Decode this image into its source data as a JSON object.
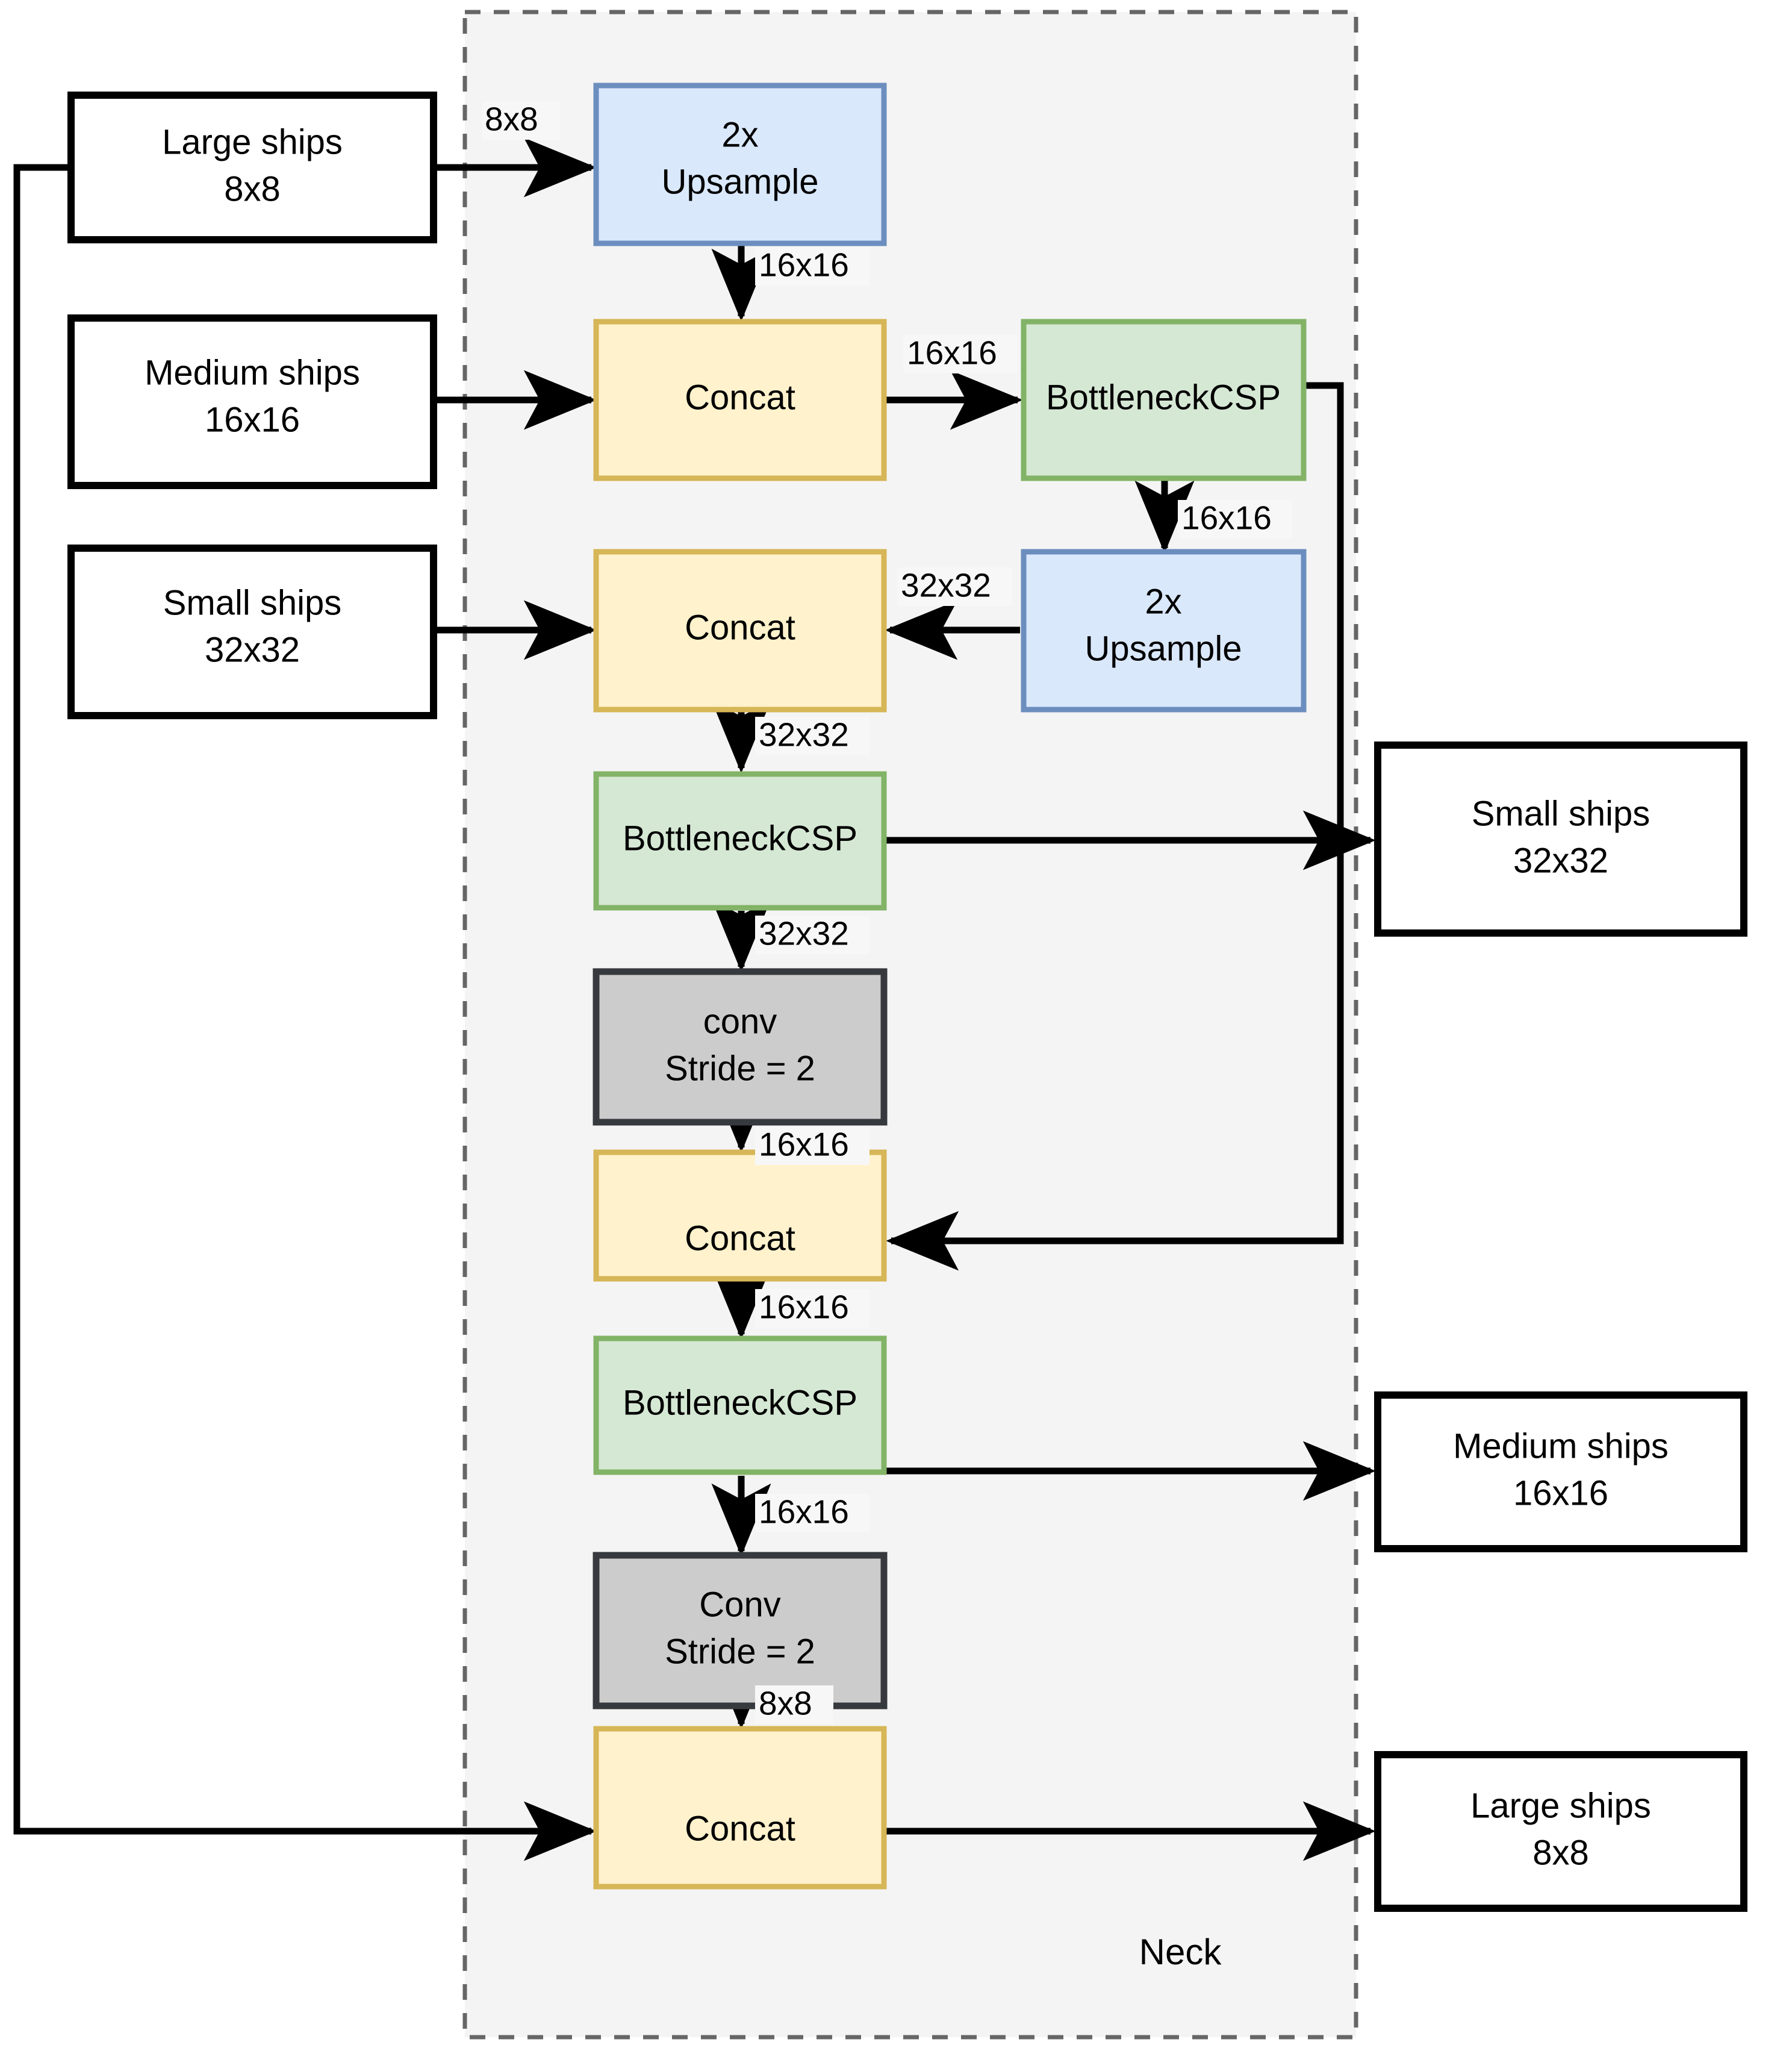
{
  "diagram": {
    "title": "Neck",
    "neck_label": "Neck",
    "colors": {
      "neck_fill": "#f4f4f4",
      "neck_border": "#666666",
      "upsample_fill": "#dae8fc",
      "upsample_border": "#6c8ebf",
      "concat_fill": "#fff2cc",
      "concat_border": "#d6b656",
      "csp_fill": "#d5e8d4",
      "csp_border": "#82b366",
      "conv_fill": "#cccccc",
      "conv_border": "#36393d",
      "io_fill": "#ffffff",
      "io_border": "#000000",
      "arrow": "#000000",
      "label_bg": "#f7f7f7"
    },
    "inputs": [
      {
        "id": "in-large",
        "line1": "Large ships",
        "line2": "8x8"
      },
      {
        "id": "in-medium",
        "line1": "Medium ships",
        "line2": "16x16"
      },
      {
        "id": "in-small",
        "line1": "Small ships",
        "line2": "32x32"
      }
    ],
    "outputs": [
      {
        "id": "out-small",
        "line1": "Small ships",
        "line2": "32x32"
      },
      {
        "id": "out-medium",
        "line1": "Medium ships",
        "line2": "16x16"
      },
      {
        "id": "out-large",
        "line1": "Large ships",
        "line2": "8x8"
      }
    ],
    "nodes": [
      {
        "id": "upsample-1",
        "type": "upsample",
        "line1": "2x",
        "line2": "Upsample"
      },
      {
        "id": "concat-1",
        "type": "concat",
        "line1": "Concat",
        "line2": ""
      },
      {
        "id": "csp-1",
        "type": "csp",
        "line1": "BottleneckCSP",
        "line2": ""
      },
      {
        "id": "upsample-2",
        "type": "upsample",
        "line1": "2x",
        "line2": "Upsample"
      },
      {
        "id": "concat-2",
        "type": "concat",
        "line1": "Concat",
        "line2": ""
      },
      {
        "id": "csp-2",
        "type": "csp",
        "line1": "BottleneckCSP",
        "line2": ""
      },
      {
        "id": "conv-1",
        "type": "conv",
        "line1": "conv",
        "line2": "Stride = 2"
      },
      {
        "id": "concat-3",
        "type": "concat",
        "line1": "Concat",
        "line2": ""
      },
      {
        "id": "csp-3",
        "type": "csp",
        "line1": "BottleneckCSP",
        "line2": ""
      },
      {
        "id": "conv-2",
        "type": "conv",
        "line1": "Conv",
        "line2": "Stride = 2"
      },
      {
        "id": "concat-4",
        "type": "concat",
        "line1": "Concat",
        "line2": ""
      }
    ],
    "edge_labels": {
      "e1": "8x8",
      "e2": "16x16",
      "e3": "16x16",
      "e4": "16x16",
      "e5": "32x32",
      "e6": "32x32",
      "e7": "32x32",
      "e8": "16x16",
      "e9": "16x16",
      "e10": "16x16",
      "e11": "8x8"
    }
  }
}
